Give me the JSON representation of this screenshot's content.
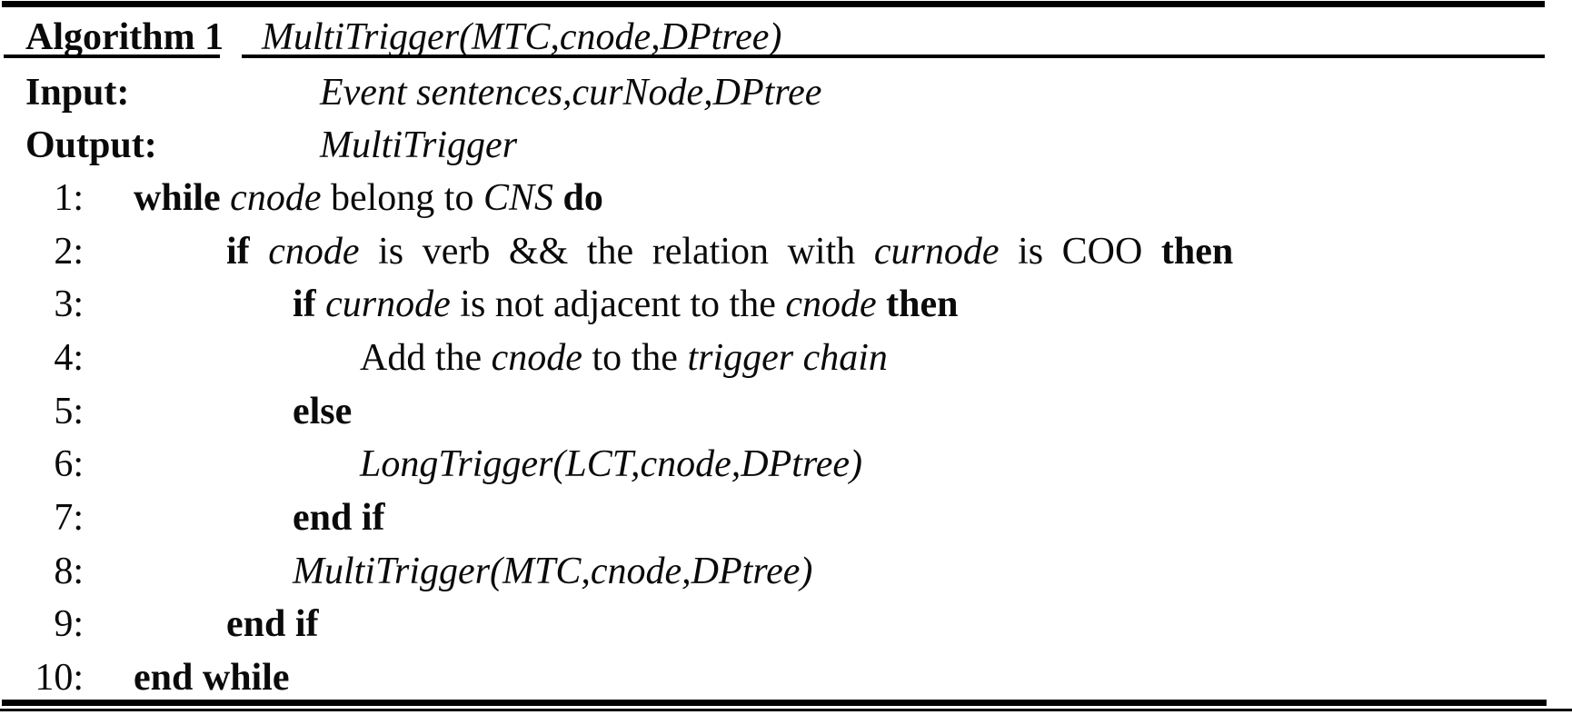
{
  "colors": {
    "background": "#ffffff",
    "text": "#0a0a0a",
    "rule": "#000000"
  },
  "algorithm": {
    "label": "Algorithm 1",
    "title": "MultiTrigger(MTC,cnode,DPtree)",
    "input_label": "Input:",
    "input_value": "Event sentences,curNode,DPtree",
    "output_label": "Output:",
    "output_value": "MultiTrigger",
    "lines": [
      {
        "num": "1:",
        "level": 1,
        "segments": [
          {
            "style": "bold",
            "text": "while"
          },
          {
            "style": "normal",
            "text": " "
          },
          {
            "style": "italic",
            "text": "cnode"
          },
          {
            "style": "normal",
            "text": " belong to "
          },
          {
            "style": "italic",
            "text": "CNS"
          },
          {
            "style": "normal",
            "text": " "
          },
          {
            "style": "bold",
            "text": "do"
          }
        ]
      },
      {
        "num": "2:",
        "level": 2,
        "segments": [
          {
            "style": "bold",
            "text": "if"
          },
          {
            "style": "normal",
            "text": " "
          },
          {
            "style": "italic",
            "text": "cnode"
          },
          {
            "style": "normal",
            "text": " is verb && the relation with "
          },
          {
            "style": "italic",
            "text": "curnode"
          },
          {
            "style": "normal",
            "text": " is COO "
          },
          {
            "style": "bold",
            "text": "then"
          }
        ]
      },
      {
        "num": "3:",
        "level": 3,
        "segments": [
          {
            "style": "bold",
            "text": "if"
          },
          {
            "style": "normal",
            "text": " "
          },
          {
            "style": "italic",
            "text": "curnode"
          },
          {
            "style": "normal",
            "text": " is not adjacent to the "
          },
          {
            "style": "italic",
            "text": "cnode"
          },
          {
            "style": "normal",
            "text": " "
          },
          {
            "style": "bold",
            "text": "then"
          }
        ]
      },
      {
        "num": "4:",
        "level": 4,
        "segments": [
          {
            "style": "normal",
            "text": "Add the "
          },
          {
            "style": "italic",
            "text": "cnode"
          },
          {
            "style": "normal",
            "text": " to the "
          },
          {
            "style": "italic",
            "text": "trigger chain"
          }
        ]
      },
      {
        "num": "5:",
        "level": 3,
        "segments": [
          {
            "style": "bold",
            "text": "else"
          }
        ]
      },
      {
        "num": "6:",
        "level": 4,
        "segments": [
          {
            "style": "italic",
            "text": "LongTrigger(LCT,cnode,DPtree)"
          }
        ]
      },
      {
        "num": "7:",
        "level": 3,
        "segments": [
          {
            "style": "bold",
            "text": "end if"
          }
        ]
      },
      {
        "num": "8:",
        "level": 3,
        "segments": [
          {
            "style": "italic",
            "text": "MultiTrigger(MTC,cnode,DPtree)"
          }
        ]
      },
      {
        "num": "9:",
        "level": 2,
        "segments": [
          {
            "style": "bold",
            "text": "end if"
          }
        ]
      },
      {
        "num": "10:",
        "level": 1,
        "segments": [
          {
            "style": "bold",
            "text": "end while"
          }
        ]
      }
    ]
  }
}
